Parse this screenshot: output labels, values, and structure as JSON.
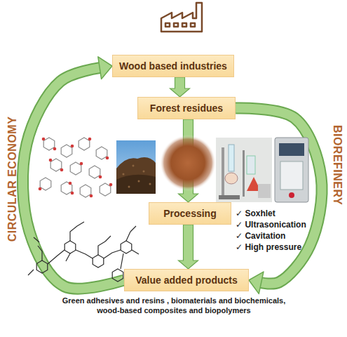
{
  "diagram": {
    "nodes": [
      {
        "text": [
          "Wood based industries"
        ]
      },
      {
        "text": [
          "Forest residues"
        ]
      },
      {
        "text": [
          "Processing"
        ]
      },
      {
        "text": [
          "Value added products"
        ]
      }
    ],
    "edges": [
      {
        "from": 0,
        "to": 1,
        "arrow": "to"
      },
      {
        "from": 1,
        "to": 2,
        "arrow": "to"
      },
      {
        "from": 2,
        "to": 3,
        "arrow": "to"
      },
      {
        "from": 3,
        "to": 0,
        "label": "CIRCULAR ECONOMY",
        "arrow": "to"
      },
      {
        "from": 1,
        "to": 3,
        "label": "BIOREFINERY",
        "arrow": "to"
      }
    ],
    "labels": [
      "✓ Soxhlet",
      "✓ Ultrasonication",
      "✓ Cavitation",
      "✓ High pressure",
      "Green adhesives and resins , biomaterials and biochemicals, wood-based composites and biopolymers"
    ]
  }
}
